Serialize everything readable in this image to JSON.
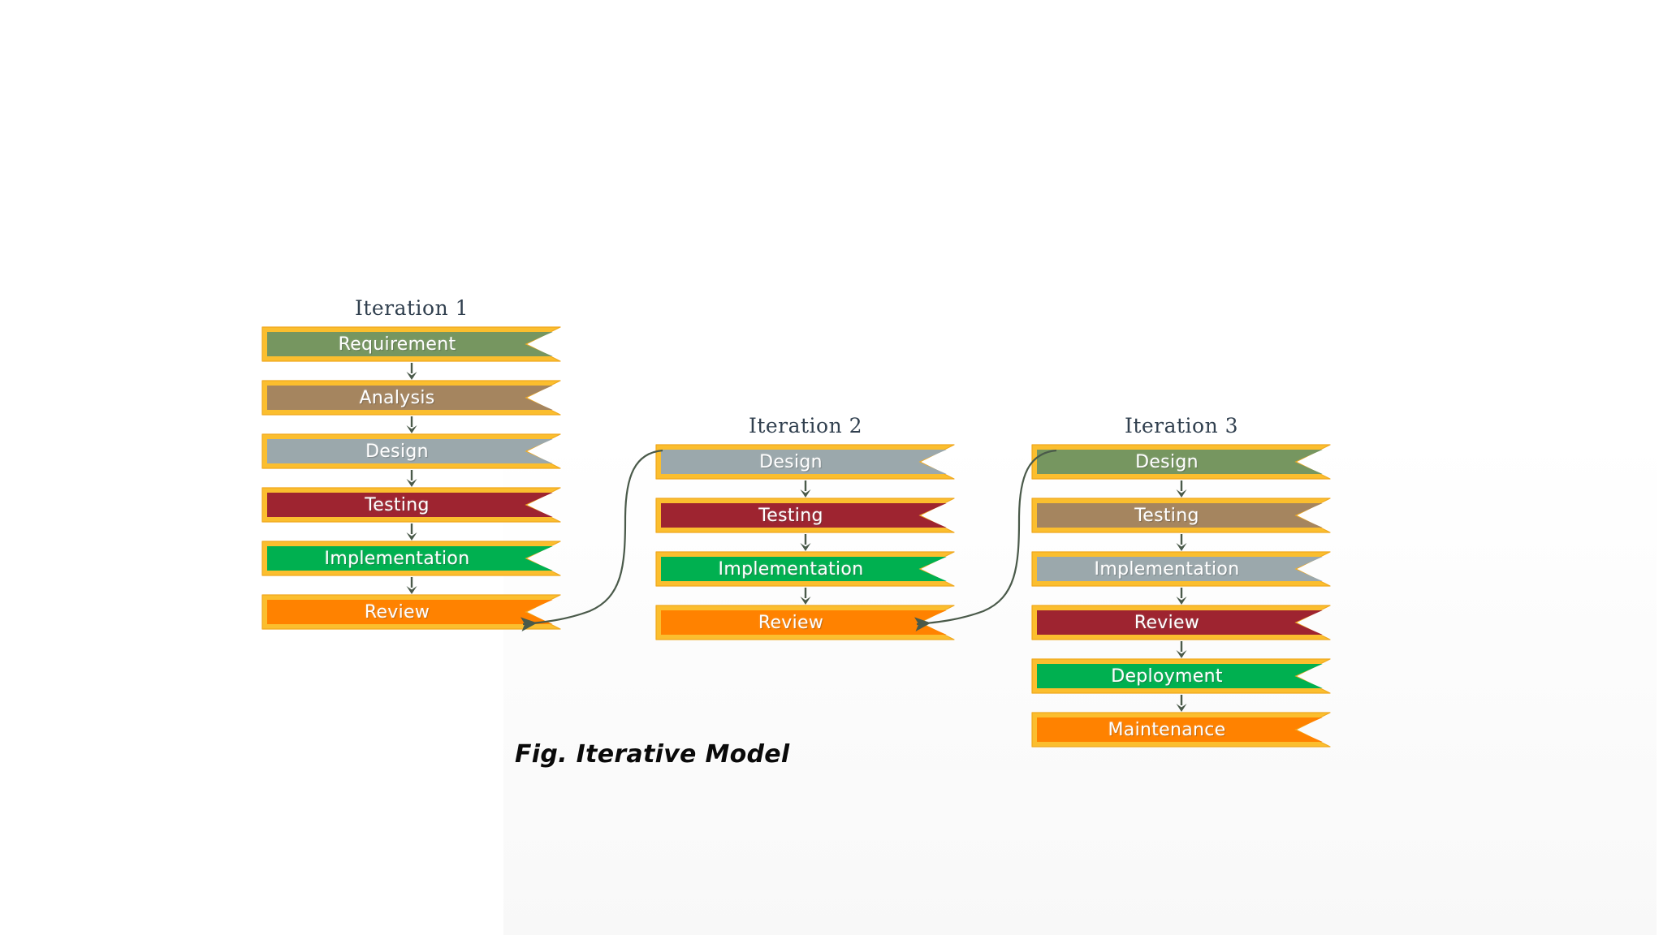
{
  "figure": {
    "caption": "Fig. Iterative Model",
    "palette": {
      "border_gold": "#FBBE2E",
      "border_gold_dark": "#F0A81E",
      "olive_green": "#769660",
      "tan_brown": "#A5855F",
      "slate_gray": "#9BA8AC",
      "dark_red": "#9E2430",
      "bright_green": "#00B050",
      "orange": "#FF8200",
      "title_text": "#31404f",
      "label_text": "#FFFFFF",
      "connector_line": "#4a5a4a",
      "background": "#FFFFFF"
    },
    "columns": [
      {
        "id": "iteration-1",
        "title": "Iteration 1",
        "steps": [
          {
            "label": "Requirement",
            "color": "#769660"
          },
          {
            "label": "Analysis",
            "color": "#A5855F"
          },
          {
            "label": "Design",
            "color": "#9BA8AC"
          },
          {
            "label": "Testing",
            "color": "#9E2430"
          },
          {
            "label": "Implementation",
            "color": "#00B050"
          },
          {
            "label": "Review",
            "color": "#FF8200"
          }
        ]
      },
      {
        "id": "iteration-2",
        "title": "Iteration 2",
        "steps": [
          {
            "label": "Design",
            "color": "#9BA8AC"
          },
          {
            "label": "Testing",
            "color": "#9E2430"
          },
          {
            "label": "Implementation",
            "color": "#00B050"
          },
          {
            "label": "Review",
            "color": "#FF8200"
          }
        ]
      },
      {
        "id": "iteration-3",
        "title": "Iteration 3",
        "steps": [
          {
            "label": "Design",
            "color": "#769660"
          },
          {
            "label": "Testing",
            "color": "#A5855F"
          },
          {
            "label": "Implementation",
            "color": "#9BA8AC"
          },
          {
            "label": "Review",
            "color": "#9E2430"
          },
          {
            "label": "Deployment",
            "color": "#00B050"
          },
          {
            "label": "Maintenance",
            "color": "#FF8200"
          }
        ]
      }
    ],
    "connectors": [
      {
        "id": "iteration2-design-to-iteration1-review",
        "from": "Design (Iteration 2)",
        "to": "Review (Iteration 1)"
      },
      {
        "id": "iteration3-design-to-iteration2-review",
        "from": "Design (Iteration 3)",
        "to": "Review (Iteration 2)"
      }
    ]
  }
}
